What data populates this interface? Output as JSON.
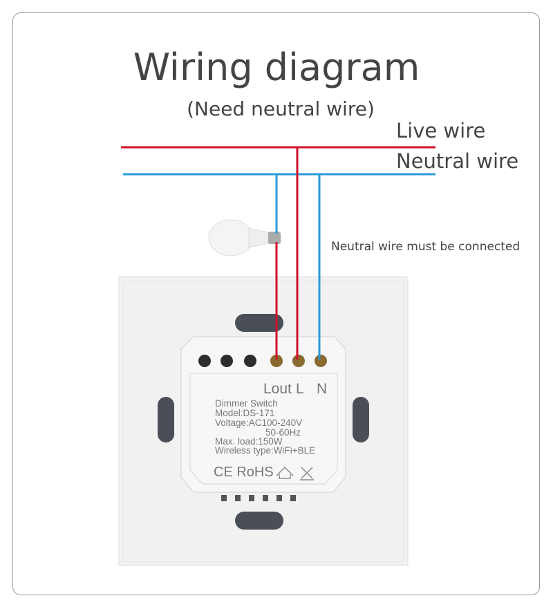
{
  "title": "Wiring diagram",
  "subtitle": "(Need neutral wire)",
  "wires": {
    "live_label": "Live wire",
    "neutral_label": "Neutral wire",
    "note": "Neutral wire must be connected",
    "live_color": "#d0102a",
    "neutral_color": "#2a9ad8"
  },
  "terminals": {
    "lout": "Lout",
    "l": "L",
    "n": "N"
  },
  "module_label": {
    "line1": "Dimmer Switch",
    "line2": "Model:DS-171",
    "line3": "Voltage:AC100-240V",
    "line4": "50-60Hz",
    "line5": "Max. load:150W",
    "line6": "Wireless type:WiFi+BLE",
    "certs": "CE RoHS"
  }
}
